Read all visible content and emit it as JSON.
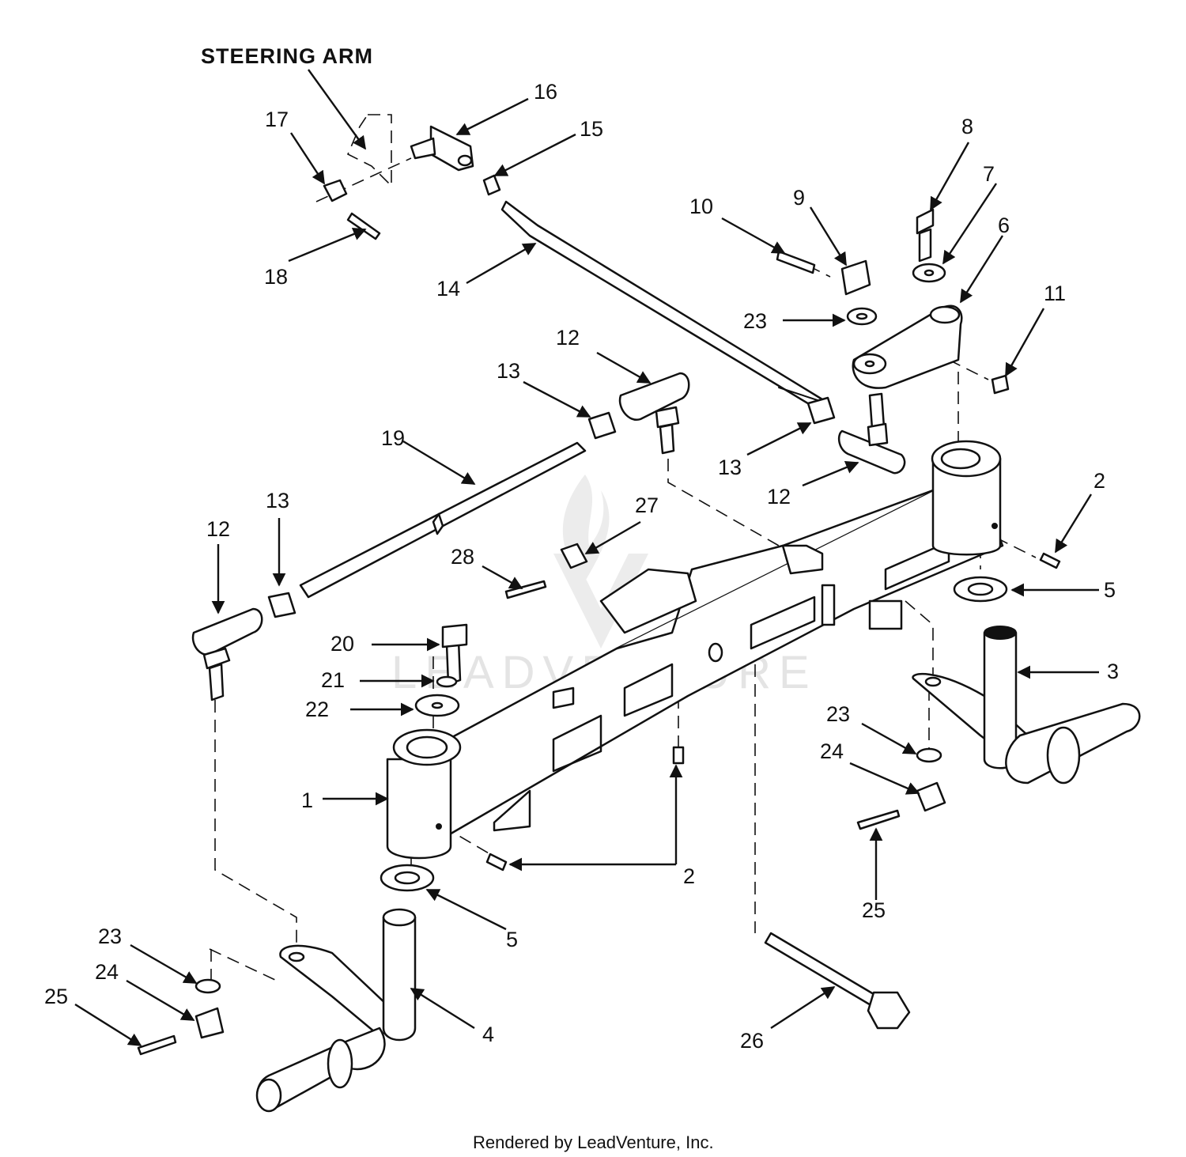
{
  "diagram": {
    "heading": "STEERING ARM",
    "credit": "Rendered by LeadVenture, Inc.",
    "watermark": "LEADVENTURE",
    "callouts": [
      "1",
      "2",
      "2",
      "2",
      "3",
      "4",
      "5",
      "5",
      "6",
      "7",
      "8",
      "9",
      "10",
      "11",
      "12",
      "12",
      "12",
      "13",
      "13",
      "13",
      "14",
      "15",
      "16",
      "17",
      "18",
      "19",
      "20",
      "21",
      "22",
      "23",
      "23",
      "23",
      "24",
      "24",
      "25",
      "25",
      "26",
      "27",
      "28"
    ]
  }
}
